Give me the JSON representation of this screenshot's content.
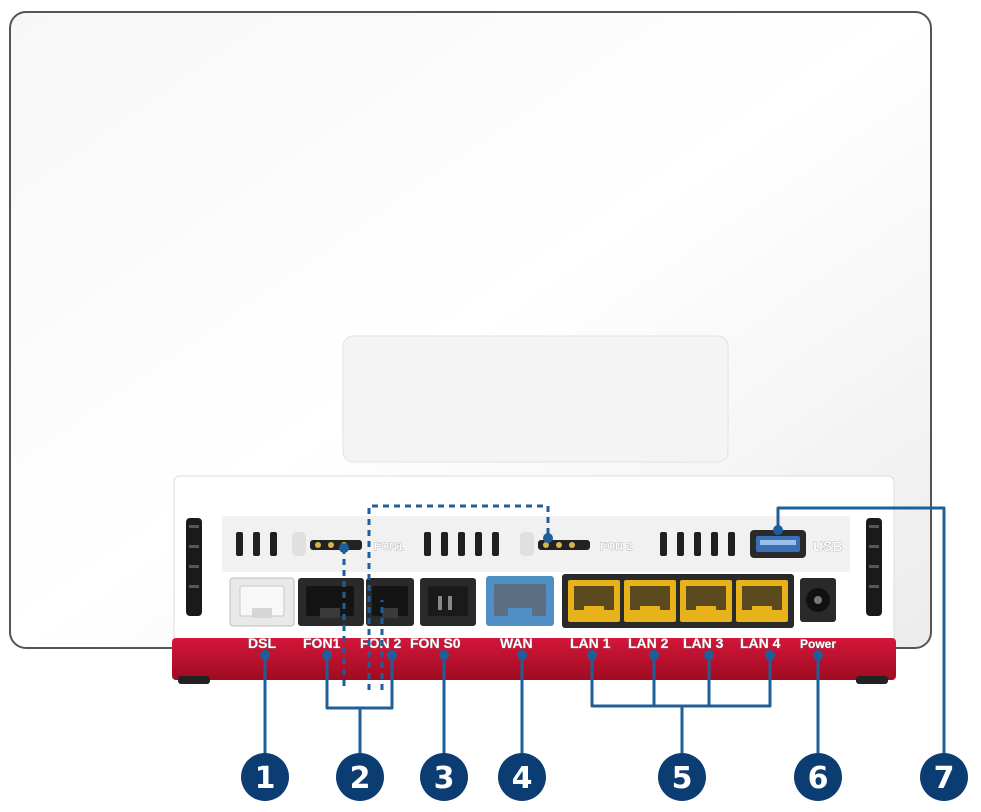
{
  "device": {
    "port_labels": {
      "dsl": "DSL",
      "fon1": "FON1",
      "fon2": "FON 2",
      "fon_s0": "FON S0",
      "wan": "WAN",
      "lan1": "LAN 1",
      "lan2": "LAN 2",
      "lan3": "LAN 3",
      "lan4": "LAN 4",
      "power": "Power",
      "usb": "USB"
    },
    "rear_labels": {
      "fon1_jack": "FON1",
      "fon2_jack": "FON 2"
    }
  },
  "callouts": {
    "c1": "1",
    "c2": "2",
    "c3": "3",
    "c4": "4",
    "c5": "5",
    "c6": "6",
    "c7": "7"
  },
  "colors": {
    "callout_blue": "#0b3d73",
    "leader_blue": "#1f5f99",
    "case_red": "#c8102e",
    "lan_yellow": "#e8b21a",
    "wan_blue": "#4f8fc4",
    "port_black": "#2a2a2a"
  }
}
